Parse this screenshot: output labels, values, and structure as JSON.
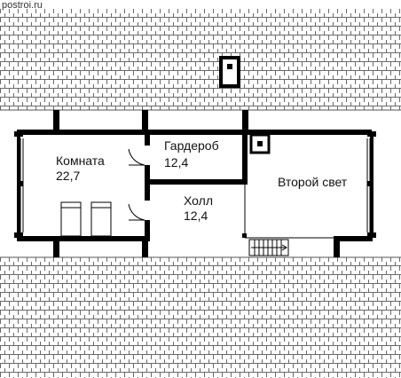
{
  "watermark": "postroi.ru",
  "rooms": [
    {
      "id": "komnata",
      "name": "Комната",
      "area": "22,7"
    },
    {
      "id": "garderob",
      "name": "Гардероб",
      "area": "12,4"
    },
    {
      "id": "holl",
      "name": "Холл",
      "area": "12,4"
    },
    {
      "id": "vtoroy-svet",
      "name": "Второй свет"
    }
  ],
  "colors": {
    "wall": "#000000",
    "roof_line": "#555555",
    "background": "#ffffff"
  }
}
